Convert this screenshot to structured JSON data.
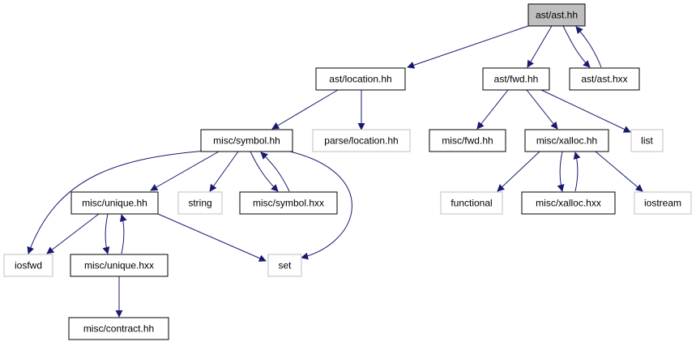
{
  "diagram": {
    "colors": {
      "edge": "#191970",
      "main_node_fill": "#bfbfbf",
      "local_node_border": "#000000",
      "system_node_border": "#bfbfbf"
    },
    "nodes": {
      "ast_ast_hh": "ast/ast.hh",
      "ast_location_hh": "ast/location.hh",
      "ast_fwd_hh": "ast/fwd.hh",
      "ast_ast_hxx": "ast/ast.hxx",
      "misc_symbol_hh": "misc/symbol.hh",
      "parse_location_hh": "parse/location.hh",
      "misc_fwd_hh": "misc/fwd.hh",
      "misc_xalloc_hh": "misc/xalloc.hh",
      "list": "list",
      "misc_unique_hh": "misc/unique.hh",
      "string": "string",
      "misc_symbol_hxx": "misc/symbol.hxx",
      "functional": "functional",
      "misc_xalloc_hxx": "misc/xalloc.hxx",
      "iostream": "iostream",
      "iosfwd": "iosfwd",
      "misc_unique_hxx": "misc/unique.hxx",
      "set": "set",
      "misc_contract_hh": "misc/contract.hh"
    }
  }
}
